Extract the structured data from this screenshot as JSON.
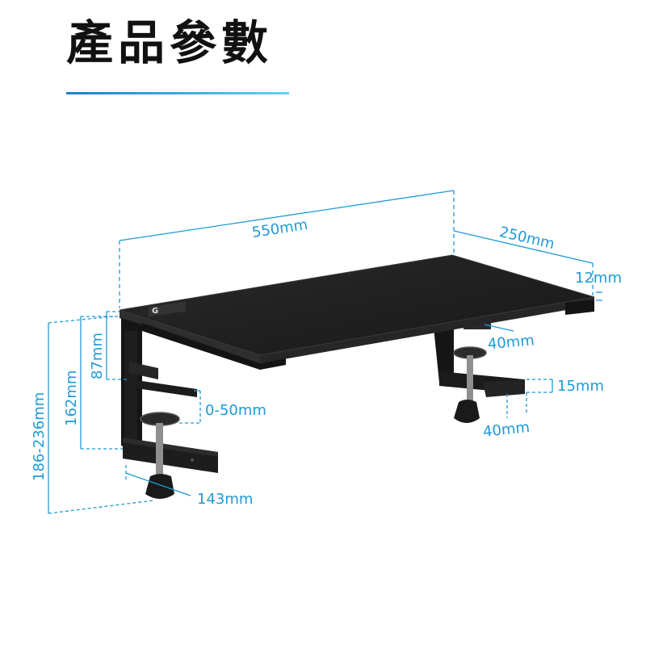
{
  "title": "產品參數",
  "colors": {
    "accent": "#1e9ad6",
    "rule_left": "#1a7fd0",
    "rule_right": "#5fd3f2",
    "product": "#1c1c1c",
    "product_edge": "#3a3a3a",
    "metal": "#9a9a9a"
  },
  "dimensions": {
    "length": "550mm",
    "depth": "250mm",
    "board_thickness": "12mm",
    "shelf_height": "87mm",
    "clamp_height": "162mm",
    "total_height": "186-236mm",
    "clamp_range": "0-50mm",
    "clamp_depth": "143mm",
    "plate_width": "40mm",
    "jaw_thickness": "15mm",
    "jaw_depth": "40mm"
  },
  "brand_logo": "G"
}
